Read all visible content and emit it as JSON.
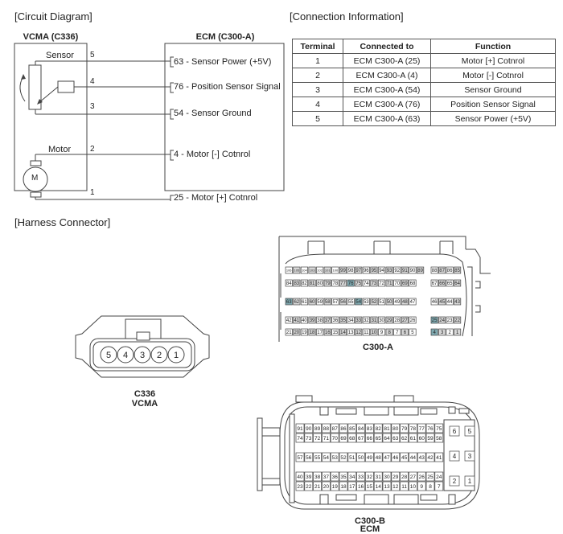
{
  "sections": {
    "circuit_title": "[Circuit Diagram]",
    "connection_title": "[Connection Information]",
    "harness_title": "[Harness Connector]"
  },
  "circuit": {
    "left_box_title": "VCMA (C336)",
    "right_box_title": "ECM (C300-A)",
    "sensor_label": "Sensor",
    "motor_label": "Motor",
    "motor_symbol": "M",
    "pins": [
      {
        "vcma_pin": "5",
        "ecm_label": "63 - Sensor Power (+5V)"
      },
      {
        "vcma_pin": "4",
        "ecm_label": "76 - Position Sensor Signal"
      },
      {
        "vcma_pin": "3",
        "ecm_label": "54 - Sensor Ground"
      },
      {
        "vcma_pin": "2",
        "ecm_label": "4 - Motor [-] Cotnrol"
      },
      {
        "vcma_pin": "1",
        "ecm_label": "25 - Motor [+] Cotnrol"
      }
    ]
  },
  "connection_table": {
    "headers": [
      "Terminal",
      "Connected to",
      "Function"
    ],
    "rows": [
      [
        "1",
        "ECM C300-A (25)",
        "Motor [+] Cotnrol"
      ],
      [
        "2",
        "ECM C300-A (4)",
        "Motor [-] Cotnrol"
      ],
      [
        "3",
        "ECM C300-A (54)",
        "Sensor Ground"
      ],
      [
        "4",
        "ECM C300-A (76)",
        "Position Sensor Signal"
      ],
      [
        "5",
        "ECM C300-A (63)",
        "Sensor Power (+5V)"
      ]
    ]
  },
  "harness": {
    "c336": {
      "label_line1": "C336",
      "label_line2": "VCMA",
      "pins": [
        "5",
        "4",
        "3",
        "2",
        "1"
      ]
    },
    "c300a": {
      "label": "C300-A",
      "highlight_color": "#7fa9b0",
      "highlighted_pins": [
        "4",
        "25",
        "54",
        "63",
        "76"
      ],
      "rows": [
        {
          "main": [
            "106",
            "105",
            "104",
            "103",
            "102",
            "101",
            "100",
            "99",
            "98",
            "97",
            "96",
            "95",
            "94",
            "93",
            "92",
            "91",
            "90",
            "89"
          ],
          "side": [
            "88",
            "87",
            "86",
            "85"
          ]
        },
        {
          "main": [
            "84",
            "83",
            "82",
            "81",
            "80",
            "79",
            "78",
            "77",
            "76",
            "75",
            "74",
            "73",
            "72",
            "71",
            "70",
            "69",
            "68"
          ],
          "side": [
            "67",
            "66",
            "65",
            "64"
          ]
        },
        {
          "main": [
            "63",
            "62",
            "61",
            "60",
            "59",
            "58",
            "57",
            "56",
            "55",
            "54",
            "53",
            "52",
            "51",
            "50",
            "49",
            "48",
            "47"
          ],
          "side": [
            "46",
            "45",
            "44",
            "43"
          ]
        },
        {
          "main": [
            "42",
            "41",
            "40",
            "39",
            "38",
            "37",
            "36",
            "35",
            "34",
            "33",
            "32",
            "31",
            "30",
            "29",
            "28",
            "27",
            "26"
          ],
          "side": [
            "25",
            "24",
            "23",
            "22"
          ]
        },
        {
          "main": [
            "21",
            "20",
            "19",
            "18",
            "17",
            "16",
            "15",
            "14",
            "13",
            "12",
            "11",
            "10",
            "9",
            "8",
            "7",
            "6",
            "5"
          ],
          "side": [
            "4",
            "3",
            "2",
            "1"
          ]
        }
      ]
    },
    "c300b": {
      "label_line1": "C300-B",
      "label_line2": "ECM",
      "rows": [
        [
          "91",
          "90",
          "89",
          "88",
          "87",
          "86",
          "85",
          "84",
          "83",
          "82",
          "81",
          "80",
          "79",
          "78",
          "77",
          "76",
          "75"
        ],
        [
          "74",
          "73",
          "72",
          "71",
          "70",
          "69",
          "68",
          "67",
          "66",
          "65",
          "64",
          "63",
          "62",
          "61",
          "60",
          "59",
          "58"
        ],
        [
          "57",
          "56",
          "55",
          "54",
          "53",
          "52",
          "51",
          "50",
          "49",
          "48",
          "47",
          "46",
          "45",
          "44",
          "43",
          "42",
          "41"
        ],
        [
          "40",
          "39",
          "38",
          "37",
          "36",
          "35",
          "34",
          "33",
          "32",
          "31",
          "30",
          "29",
          "28",
          "27",
          "26",
          "25",
          "24"
        ],
        [
          "23",
          "22",
          "21",
          "20",
          "19",
          "18",
          "17",
          "16",
          "15",
          "14",
          "13",
          "12",
          "11",
          "10",
          "9",
          "8",
          "7"
        ]
      ],
      "big_pins": [
        [
          "6",
          "5"
        ],
        [
          "4",
          "3"
        ],
        [
          "2",
          "1"
        ]
      ]
    }
  }
}
